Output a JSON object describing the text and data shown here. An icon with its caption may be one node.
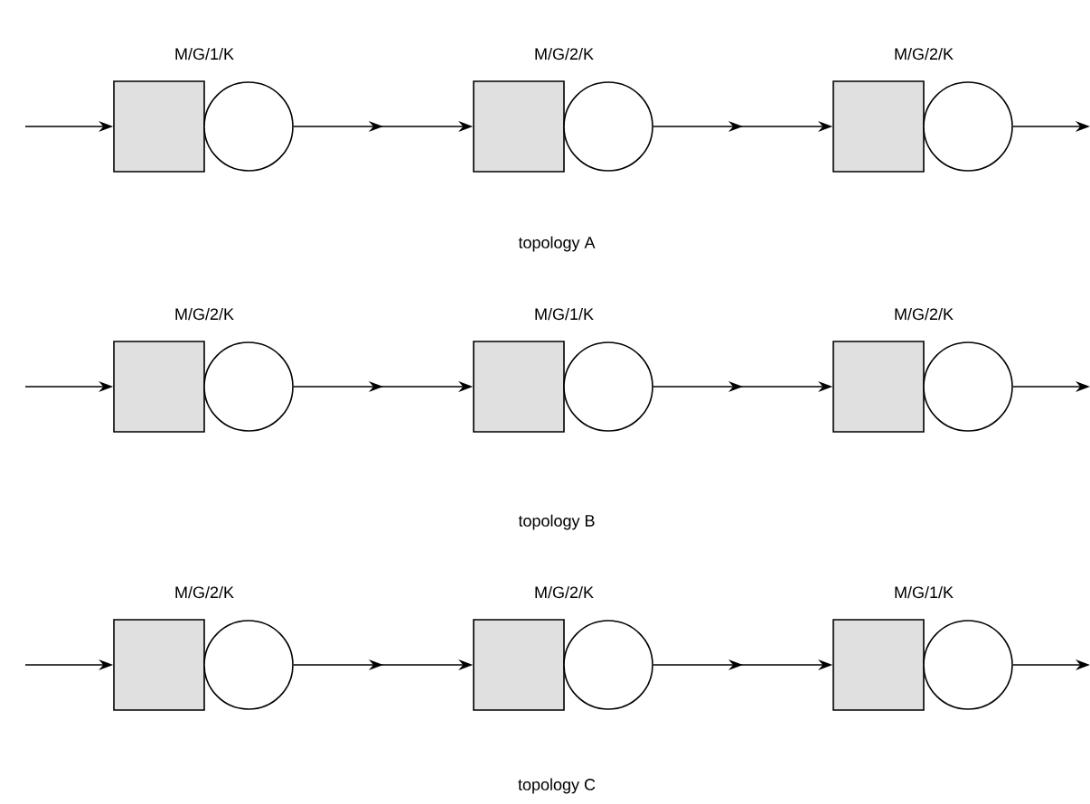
{
  "diagram": {
    "nodes": [
      {
        "text": [
          "M/G/1/K"
        ]
      },
      {
        "text": [],
        "shape": "circle"
      },
      {
        "text": [
          "M/G/2/K"
        ]
      },
      {
        "text": [],
        "shape": "circle"
      },
      {
        "text": [
          "M/G/2/K"
        ]
      },
      {
        "text": [],
        "shape": "circle"
      },
      {
        "text": [
          "M/G/2/K"
        ]
      },
      {
        "text": [],
        "shape": "circle"
      },
      {
        "text": [
          "M/G/1/K"
        ]
      },
      {
        "text": [],
        "shape": "circle"
      },
      {
        "text": [
          "M/G/2/K"
        ]
      },
      {
        "text": [],
        "shape": "circle"
      },
      {
        "text": [
          "M/G/2/K"
        ]
      },
      {
        "text": [],
        "shape": "circle"
      },
      {
        "text": [
          "M/G/2/K"
        ]
      },
      {
        "text": [],
        "shape": "circle"
      },
      {
        "text": [
          "M/G/1/K"
        ]
      },
      {
        "text": [],
        "shape": "circle"
      }
    ],
    "edges": [
      {
        "from": null,
        "to": 0,
        "arrow": "to"
      },
      {
        "from": 1,
        "to": 2,
        "arrow": "to"
      },
      {
        "from": 3,
        "to": 4,
        "arrow": "to"
      },
      {
        "from": 5,
        "to": null,
        "arrow": "to"
      },
      {
        "from": null,
        "to": 6,
        "arrow": "to"
      },
      {
        "from": 7,
        "to": 8,
        "arrow": "to"
      },
      {
        "from": 9,
        "to": 10,
        "arrow": "to"
      },
      {
        "from": 11,
        "to": null,
        "arrow": "to"
      },
      {
        "from": null,
        "to": 12,
        "arrow": "to"
      },
      {
        "from": 13,
        "to": 14,
        "arrow": "to"
      },
      {
        "from": 15,
        "to": 16,
        "arrow": "to"
      },
      {
        "from": 17,
        "to": null,
        "arrow": "to"
      }
    ],
    "labels": [
      "topology A",
      "topology B",
      "topology C"
    ]
  }
}
